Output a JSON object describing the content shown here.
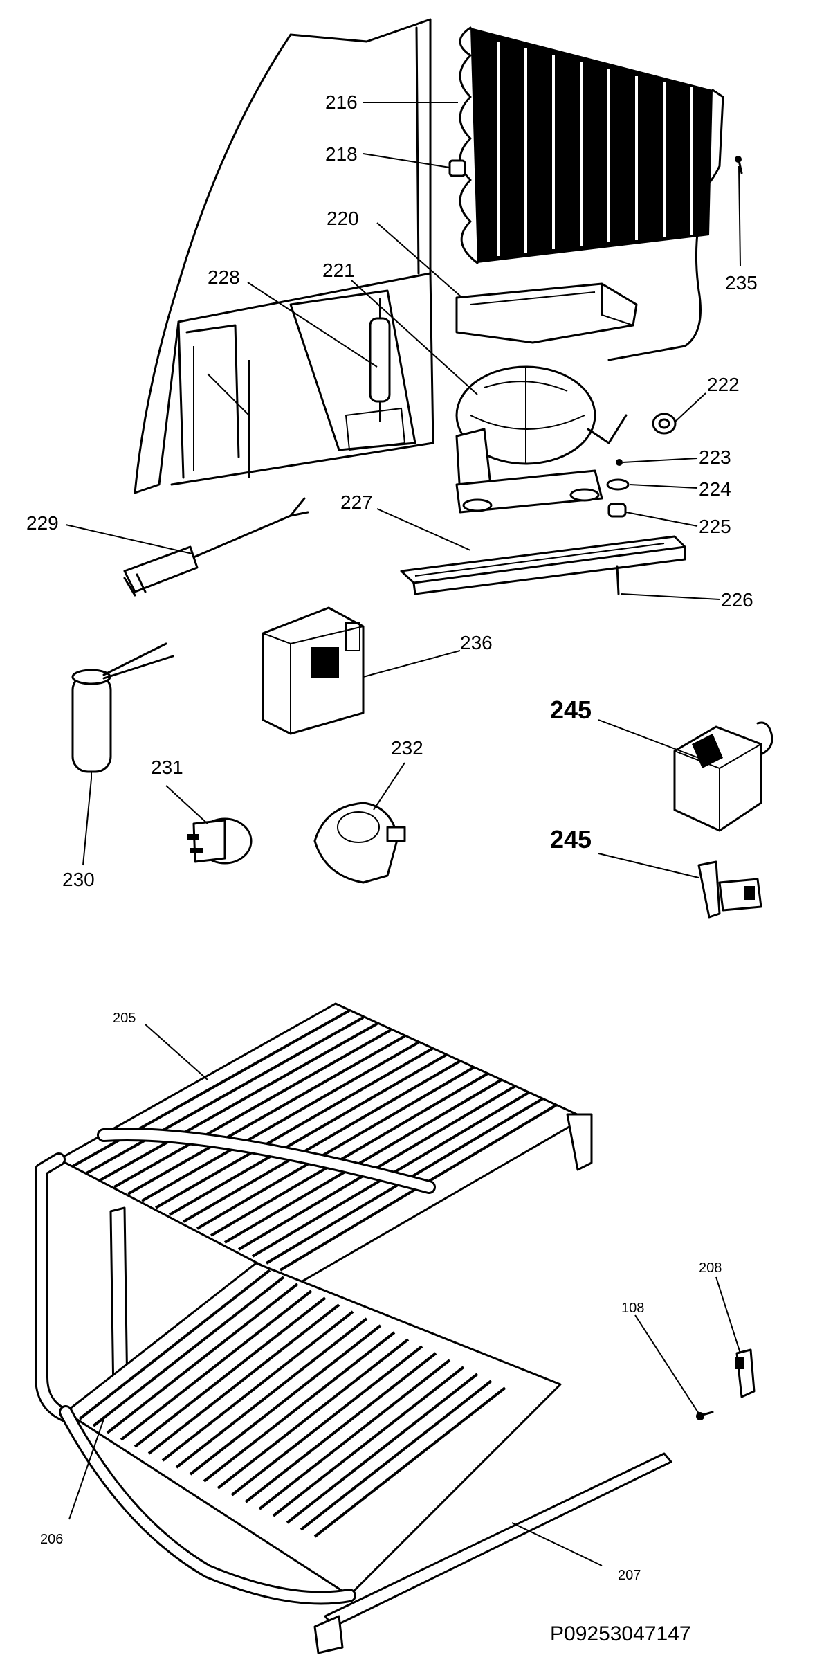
{
  "labels": {
    "p216": "216",
    "p218": "218",
    "p220": "220",
    "p221": "221",
    "p228": "228",
    "p235": "235",
    "p222": "222",
    "p223": "223",
    "p224": "224",
    "p225": "225",
    "p227": "227",
    "p229": "229",
    "p226": "226",
    "p236": "236",
    "p245a": "245",
    "p245b": "245",
    "p231": "231",
    "p232": "232",
    "p230": "230",
    "p205": "205",
    "p208": "208",
    "p108": "108",
    "p206": "206",
    "p207": "207"
  },
  "drawing_code": "P09253047147"
}
